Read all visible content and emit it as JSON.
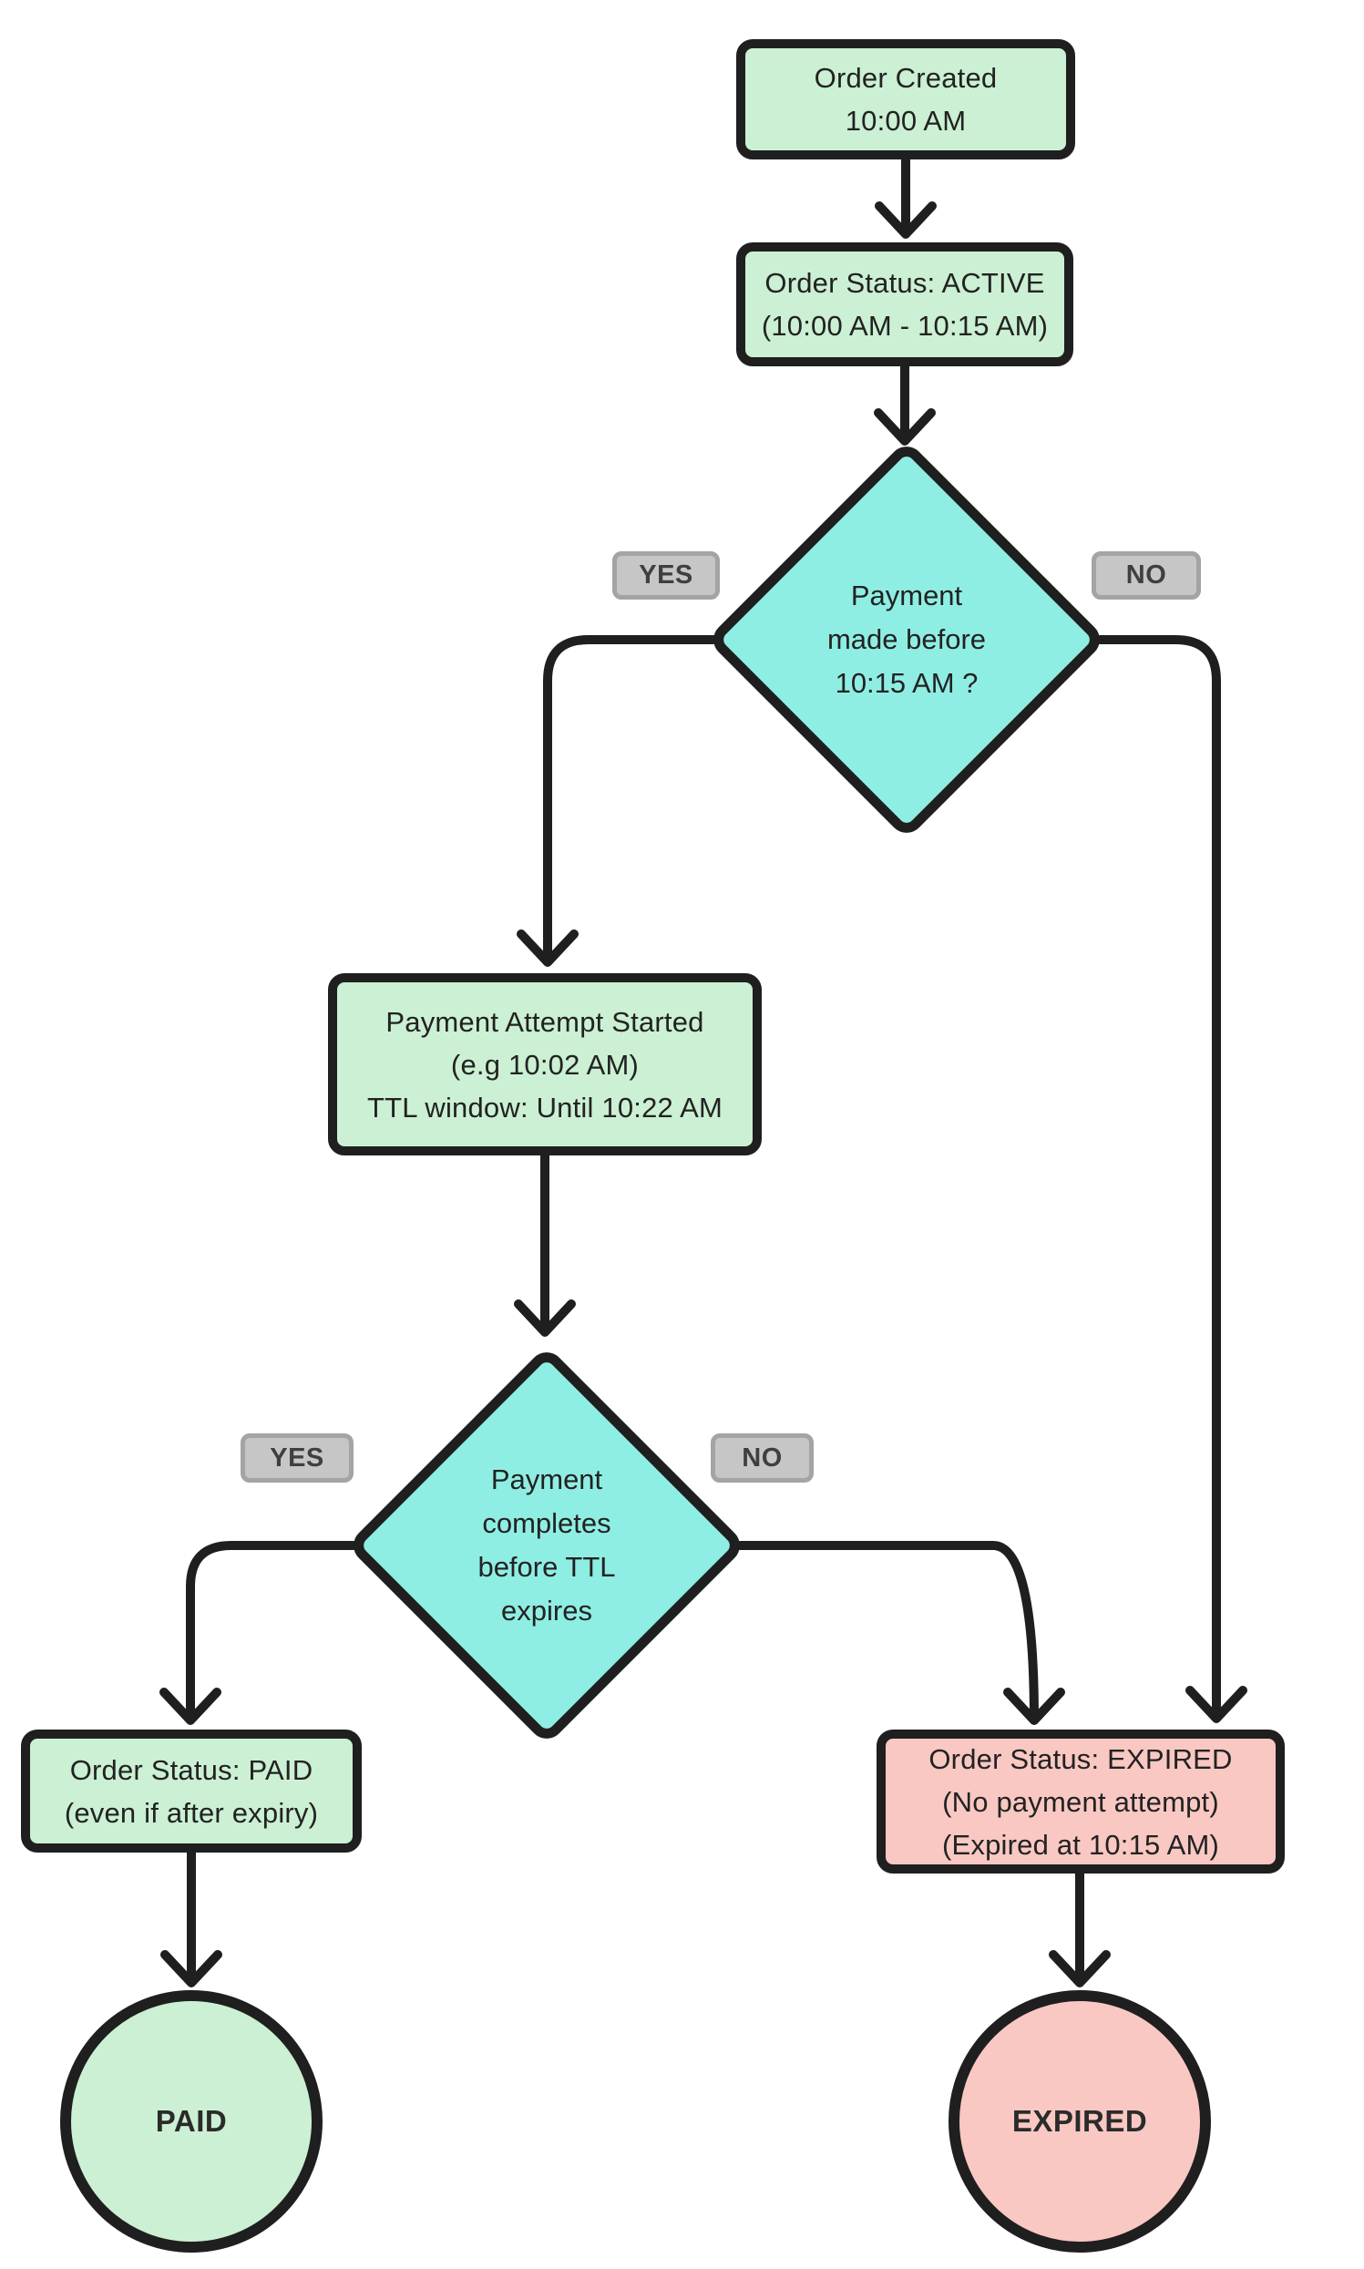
{
  "figure": {
    "type": "flowchart",
    "topic": "Order payment TTL flow",
    "background": "#ffffff"
  },
  "colors": {
    "success_fill": "#cbf0d3",
    "decision_fill": "#8feee3",
    "danger_fill": "#f9c8c3",
    "badge_fill": "#c6c6c6",
    "badge_border": "#a4a4a4",
    "line_stroke": "#1f1f1f",
    "text": "#222222",
    "badge_text": "#3f3f3f"
  },
  "nodes": {
    "order_created": {
      "lines": [
        "Order Created",
        "10:00 AM"
      ]
    },
    "order_active": {
      "lines": [
        "Order Status: ACTIVE",
        "(10:00 AM - 10:15 AM)"
      ]
    },
    "decision_payment_before_expiry": {
      "lines": [
        "Payment",
        "made before",
        "10:15 AM ?"
      ]
    },
    "payment_attempt": {
      "lines": [
        "Payment Attempt Started",
        "(e.g 10:02 AM)",
        "TTL window: Until 10:22 AM"
      ]
    },
    "decision_payment_completes": {
      "lines": [
        "Payment",
        "completes",
        "before TTL",
        "expires"
      ]
    },
    "order_paid": {
      "lines": [
        "Order Status: PAID",
        "(even if after expiry)"
      ]
    },
    "order_expired": {
      "lines": [
        "Order Status: EXPIRED",
        "(No payment attempt)",
        "(Expired at 10:15 AM)"
      ]
    },
    "paid_terminal": {
      "label": "PAID"
    },
    "expired_terminal": {
      "label": "EXPIRED"
    }
  },
  "edge_labels": {
    "yes1": "YES",
    "no1": "NO",
    "yes2": "YES",
    "no2": "NO"
  }
}
